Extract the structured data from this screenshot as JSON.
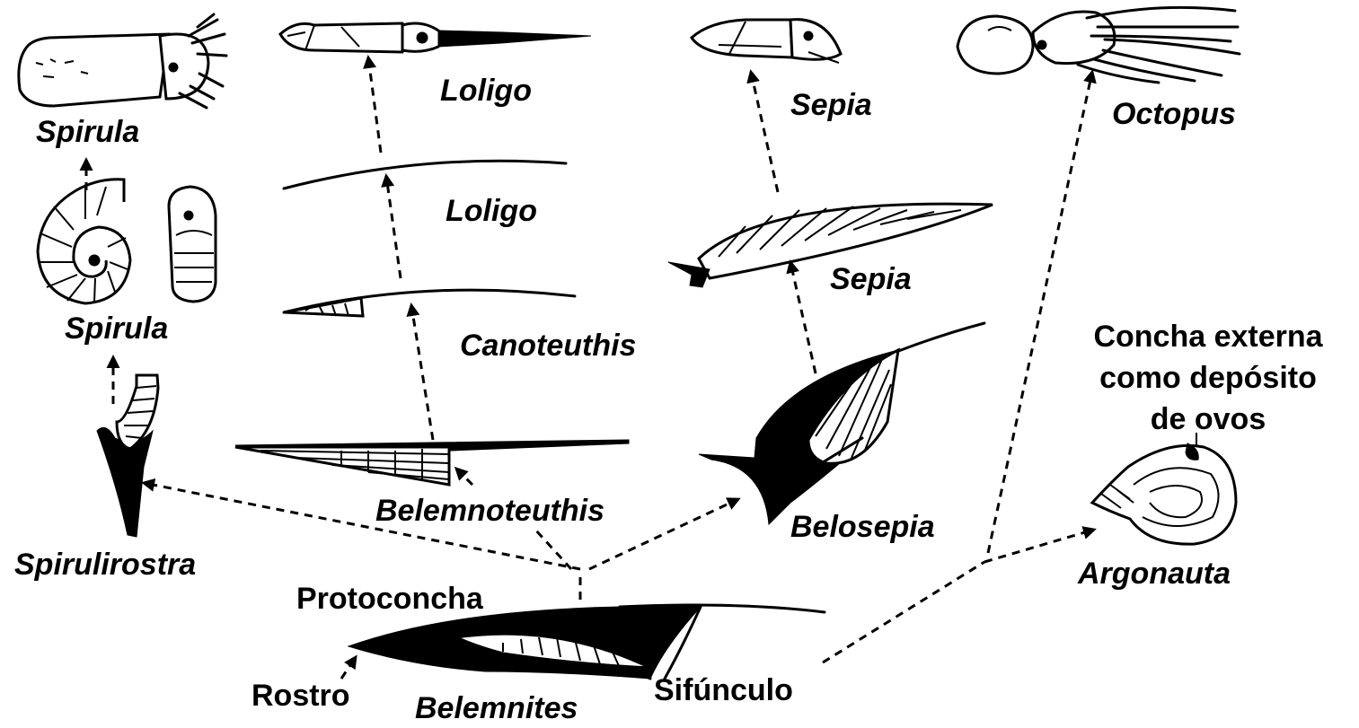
{
  "labels": {
    "spirula_top": "Spirula",
    "spirula_mid": "Spirula",
    "spirulirostra": "Spirulirostra",
    "loligo_top": "Loligo",
    "loligo_mid": "Loligo",
    "canoteuthis": "Canoteuthis",
    "belemnoteuthis": "Belemnoteuthis",
    "sepia_top": "Sepia",
    "sepia_mid": "Sepia",
    "belosepia": "Belosepia",
    "octopus": "Octopus",
    "concha_line1": "Concha externa",
    "concha_line2": "como depósito",
    "concha_line3": "de ovos",
    "argonauta": "Argonauta",
    "protoconcha": "Protoconcha",
    "rostro": "Rostro",
    "belemnites": "Belemnites",
    "sifunculo": "Sifúnculo"
  },
  "colors": {
    "ink": "#000000",
    "background": "#ffffff"
  },
  "icons": {
    "spirula_animal": "spirula-animal-icon",
    "spirula_shell": "spirula-coiled-shell-icon",
    "spirulirostra_fossil": "spirulirostra-fossil-icon",
    "loligo_animal": "squid-icon",
    "sepia_animal": "cuttlefish-icon",
    "octopus_animal": "octopus-icon",
    "argonauta_shell": "argonaut-shell-icon",
    "belemnite_fossil": "belemnite-fossil-icon",
    "sepia_bone": "cuttlebone-icon",
    "belosepia_fossil": "belosepia-fossil-icon"
  }
}
